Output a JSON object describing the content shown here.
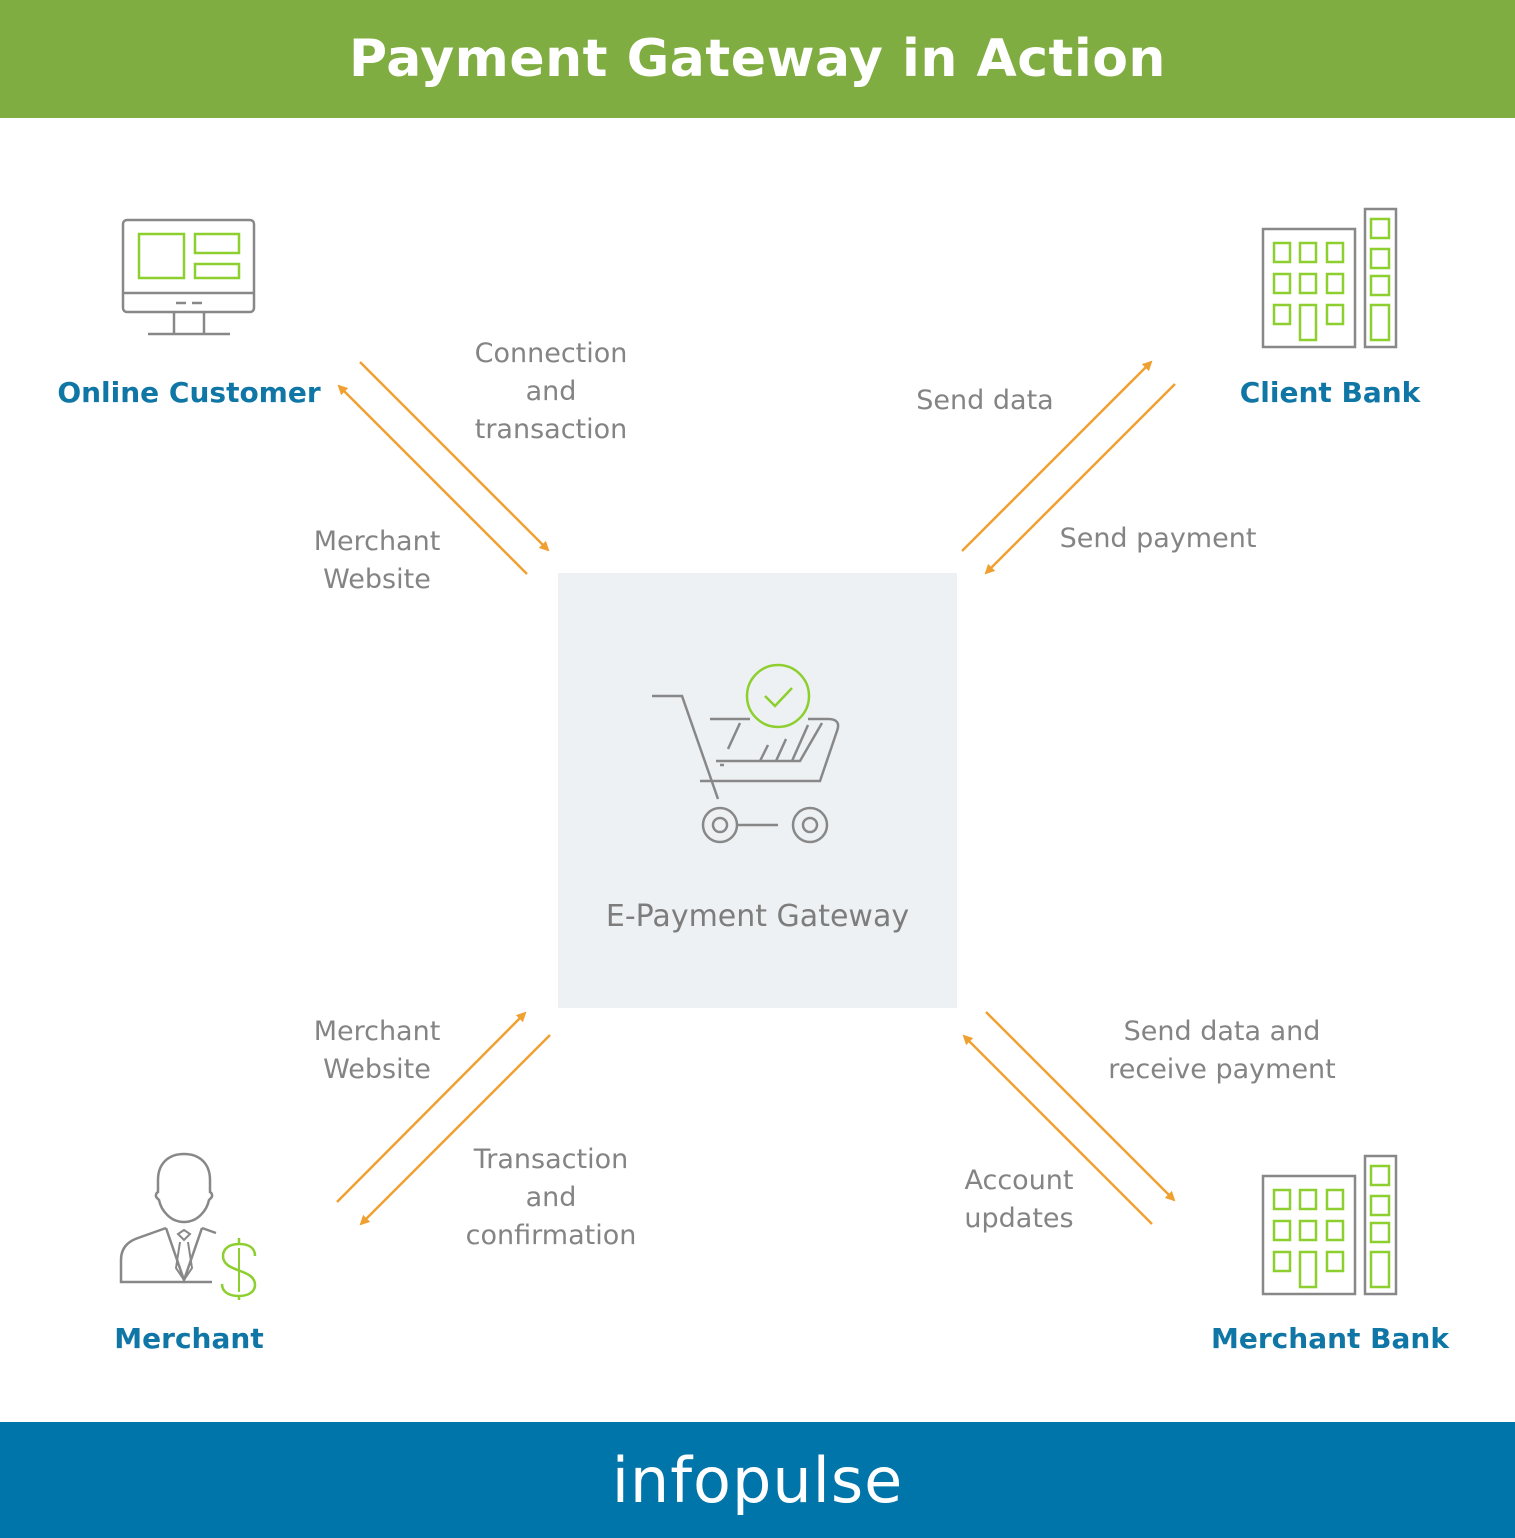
{
  "title": "Payment Gateway in Action",
  "center": {
    "label": "E-Payment Gateway"
  },
  "nodes": {
    "online_customer": "Online Customer",
    "client_bank": "Client Bank",
    "merchant": "Merchant",
    "merchant_bank": "Merchant Bank"
  },
  "flows": {
    "connection_transaction": "Connection\nand\ntransaction",
    "merchant_website_top": "Merchant\nWebsite",
    "send_data": "Send data",
    "send_payment": "Send payment",
    "merchant_website_bottom": "Merchant\nWebsite",
    "transaction_confirmation": "Transaction\nand\nconfirmation",
    "send_data_receive_payment": "Send data and\nreceive payment",
    "account_updates": "Account\nupdates"
  },
  "footer": {
    "brand": "infopulse"
  },
  "colors": {
    "header": "#80ad41",
    "footer": "#0075a9",
    "arrow": "#f0a030",
    "node_label": "#0f76a5",
    "icon_accent": "#8ccf2e",
    "icon_gray": "#888888"
  },
  "icons": [
    "monitor-icon",
    "building-icon",
    "businessman-dollar-icon",
    "shopping-cart-check-icon"
  ]
}
